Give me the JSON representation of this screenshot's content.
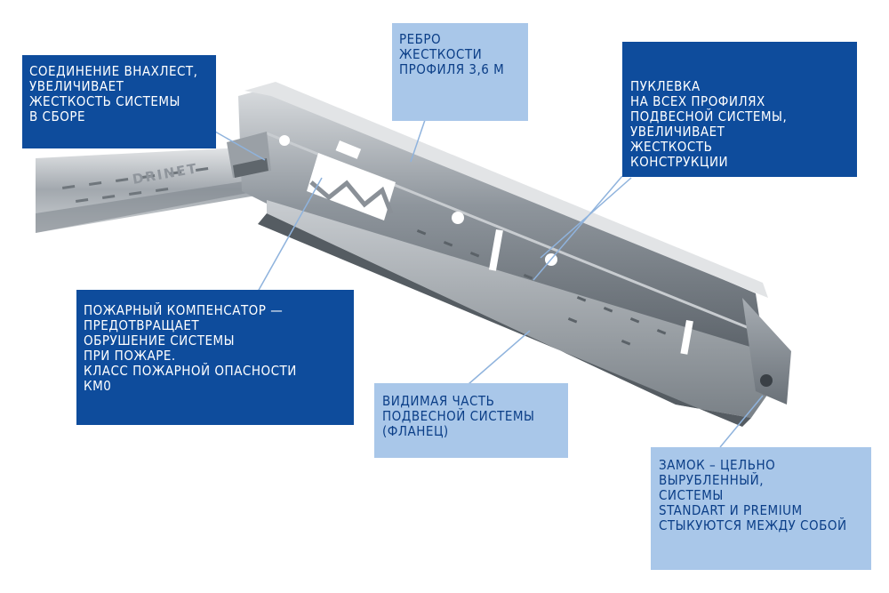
{
  "callouts": {
    "overlap_joint": "Соединение внахлест,\nувеличивает\nжесткость системы\nв сборе",
    "stiffening_rib": "Ребро\nжесткости\nпрофиля 3,6 м",
    "bulge": "Пуклевка\nна всех профилях\nподвесной системы,\nувеличивает\nжесткость\nконструкции",
    "fire_compensator": "Пожарный компенсатор —\nпредотвращает\nобрушение системы\nпри пожаре.\nКласс пожарной опасности\nКМ0",
    "flange": "Видимая часть\nподвесной системы\n(фланец)",
    "lock": "Замок – цельно\nвырубленный,\nсистемы\nStandart и Premium\nстыкуются между собой"
  },
  "profile_brand": "DRINET",
  "colors": {
    "dark_box": "#0e4c9c",
    "light_box": "#a9c7e9",
    "dark_text": "#ffffff",
    "light_text": "#0b3e87",
    "leader_line": "#8fb3dd"
  }
}
